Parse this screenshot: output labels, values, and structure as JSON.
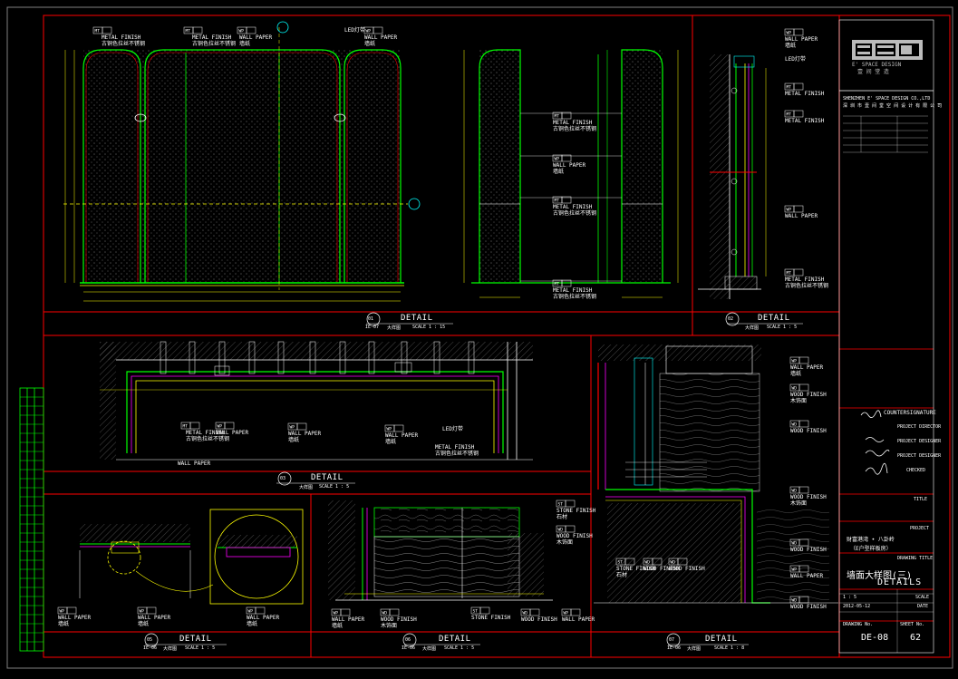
{
  "logo": {
    "mark": "ESD",
    "subtitle": "E' SPACE DESIGN",
    "cn": "壹 间 堂 造"
  },
  "company_line_1": "SHENZHEN E' SPACE DESIGN CO.,LTD",
  "company_line_2": "深 圳 市 壹 间 堂 空 间 设 计 有 限 公 司",
  "detail_word": "DETAIL",
  "details": [
    {
      "id": "d1",
      "marker": "01",
      "ref": "IE-07",
      "name": "大样图",
      "scale": "SCALE 1 : 15"
    },
    {
      "id": "d2",
      "marker": "02",
      "ref": "",
      "name": "大样图",
      "scale": "SCALE 1 : 5"
    },
    {
      "id": "d3",
      "marker": "03",
      "ref": "",
      "name": "大样图",
      "scale": "SCALE 1 : 5"
    },
    {
      "id": "d4",
      "marker": "05",
      "ref": "IE-06",
      "name": "大样图",
      "scale": "SCALE 1 : 5"
    },
    {
      "id": "d5",
      "marker": "06",
      "ref": "IE-06",
      "name": "大样图",
      "scale": "SCALE 1 : 5"
    },
    {
      "id": "d6",
      "marker": "07",
      "ref": "IE-06",
      "name": "大样图",
      "scale": "SCALE 1 : 8"
    }
  ],
  "annotations": {
    "metal_finish": "METAL FINISH",
    "wall_paper": "WALL PAPER",
    "wood_finish": "WOOD FINISH",
    "stone_finish": "STONE FINISH",
    "led": "LED灯带",
    "brushed_steel": "古铜色拉丝不锈钢",
    "wallpaper_cn": "墙纸",
    "wood_cn": "木饰面",
    "stone_cn": "石材",
    "tag_mt": "MT",
    "tag_wp": "WP",
    "tag_wd": "WD",
    "tag_st": "ST"
  },
  "titleblock": {
    "countersignature": "COUNTERSIGNATURE",
    "project_director": "PROJECT DIRECTOR",
    "project_designer": "PROJECT DESIGNER",
    "checked": "CHECKED",
    "title_label": "TITLE",
    "project_label": "PROJECT",
    "project_name_1": "财富港湾 • 八卦岭",
    "project_name_2": "（E户型样板房）",
    "drawing_title_label": "DRAWING TITLE",
    "drawing_title_cn": "墙面大样图(三)",
    "drawing_title_en": "DETAILS",
    "scale_label": "SCALE",
    "scale_value": "1 : 5",
    "date_label": "DATE",
    "date_value": "2012-05-12",
    "sheet_no_label": "SHEET No.",
    "drawing_no_label": "DRAWING No.",
    "drawing_no": "DE-08",
    "sheet_no": "62"
  },
  "colors": {
    "frame_red": "#ff0000",
    "cad_green": "#00ff00",
    "cad_yellow": "#ffff00",
    "cad_cyan": "#00ffff",
    "cad_magenta": "#ff00ff",
    "cad_blue": "#3333ff",
    "cad_white": "#ffffff",
    "cad_gray": "#808080"
  }
}
